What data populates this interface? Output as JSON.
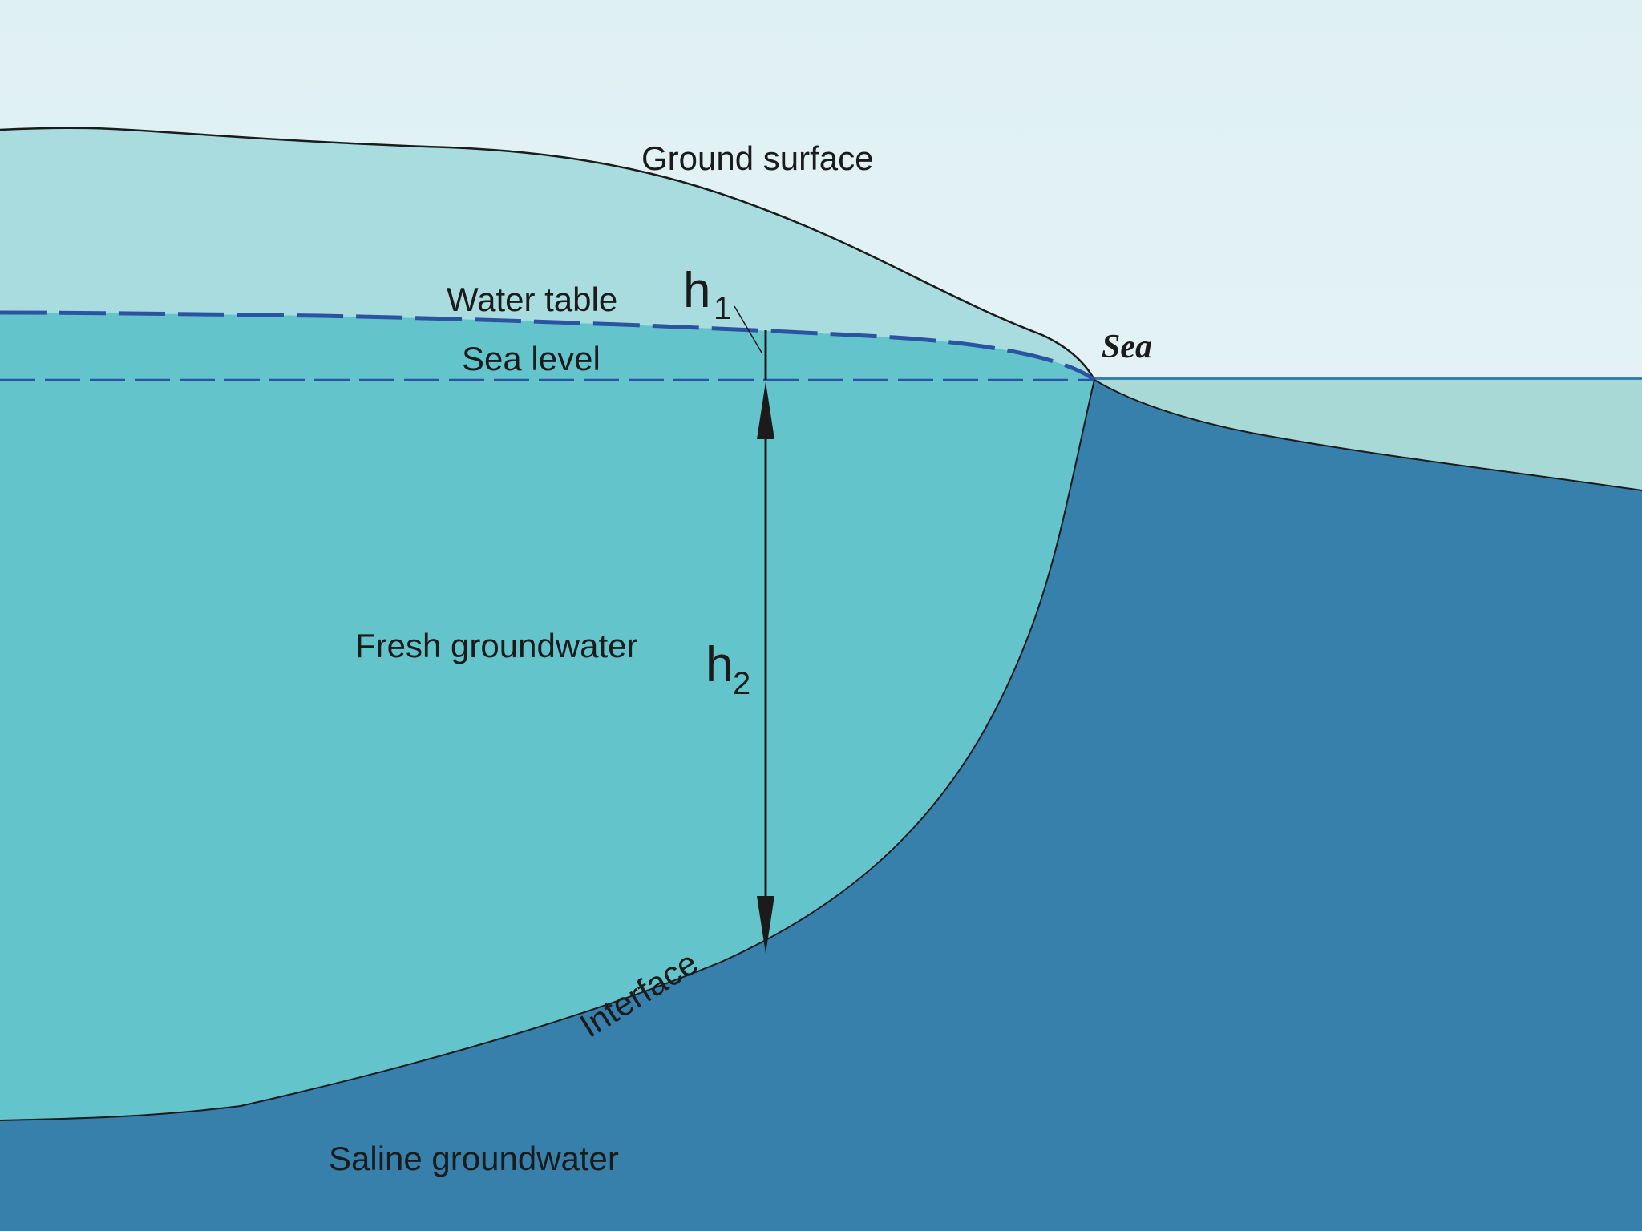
{
  "labels": {
    "ground_surface": "Ground surface",
    "water_table": "Water table",
    "sea_level": "Sea level",
    "sea": "Sea",
    "fresh_groundwater": "Fresh groundwater",
    "saline_groundwater": "Saline groundwater",
    "interface": "Interface",
    "h1_letter": "h",
    "h1_sub": "1",
    "h2_letter": "h",
    "h2_sub": "2"
  },
  "colors": {
    "sky": "#eaf5f7",
    "unsaturated_ground": "#a9dcdf",
    "fresh_water": "#64c4cc",
    "saline_water": "#3680ab",
    "sea_surface": "#a8d9d6",
    "water_table_line": "#2c53a1",
    "outline": "#1b1b1b"
  }
}
